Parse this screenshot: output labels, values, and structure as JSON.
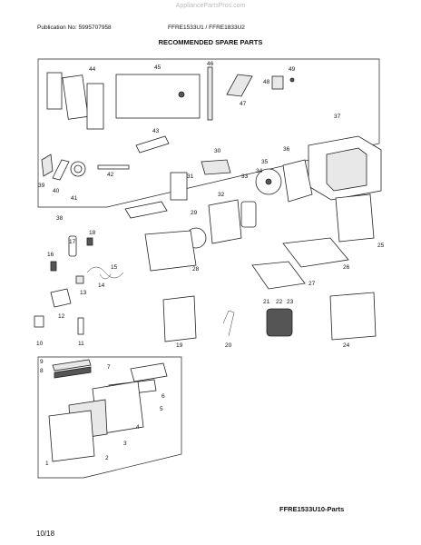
{
  "watermark": "AppliancePartsPros.com",
  "header": {
    "publication": "Publication No: 5995707958",
    "models": "FFRE1533U1 / FFRE1833U2",
    "title": "RECOMMENDED SPARE PARTS"
  },
  "figure_id": "FFRE1533U10-Parts",
  "page_number": "10/18",
  "callouts": [
    "44",
    "45",
    "46",
    "47",
    "48",
    "49",
    "43",
    "42",
    "39",
    "40",
    "41",
    "38",
    "31",
    "30",
    "37",
    "36",
    "35",
    "34",
    "33",
    "32",
    "29",
    "28",
    "27",
    "26",
    "25",
    "16",
    "17",
    "18",
    "15",
    "14",
    "13",
    "12",
    "10",
    "11",
    "19",
    "20",
    "21",
    "22",
    "23",
    "24",
    "9",
    "8",
    "7",
    "6",
    "5",
    "4",
    "3",
    "2",
    "1"
  ]
}
